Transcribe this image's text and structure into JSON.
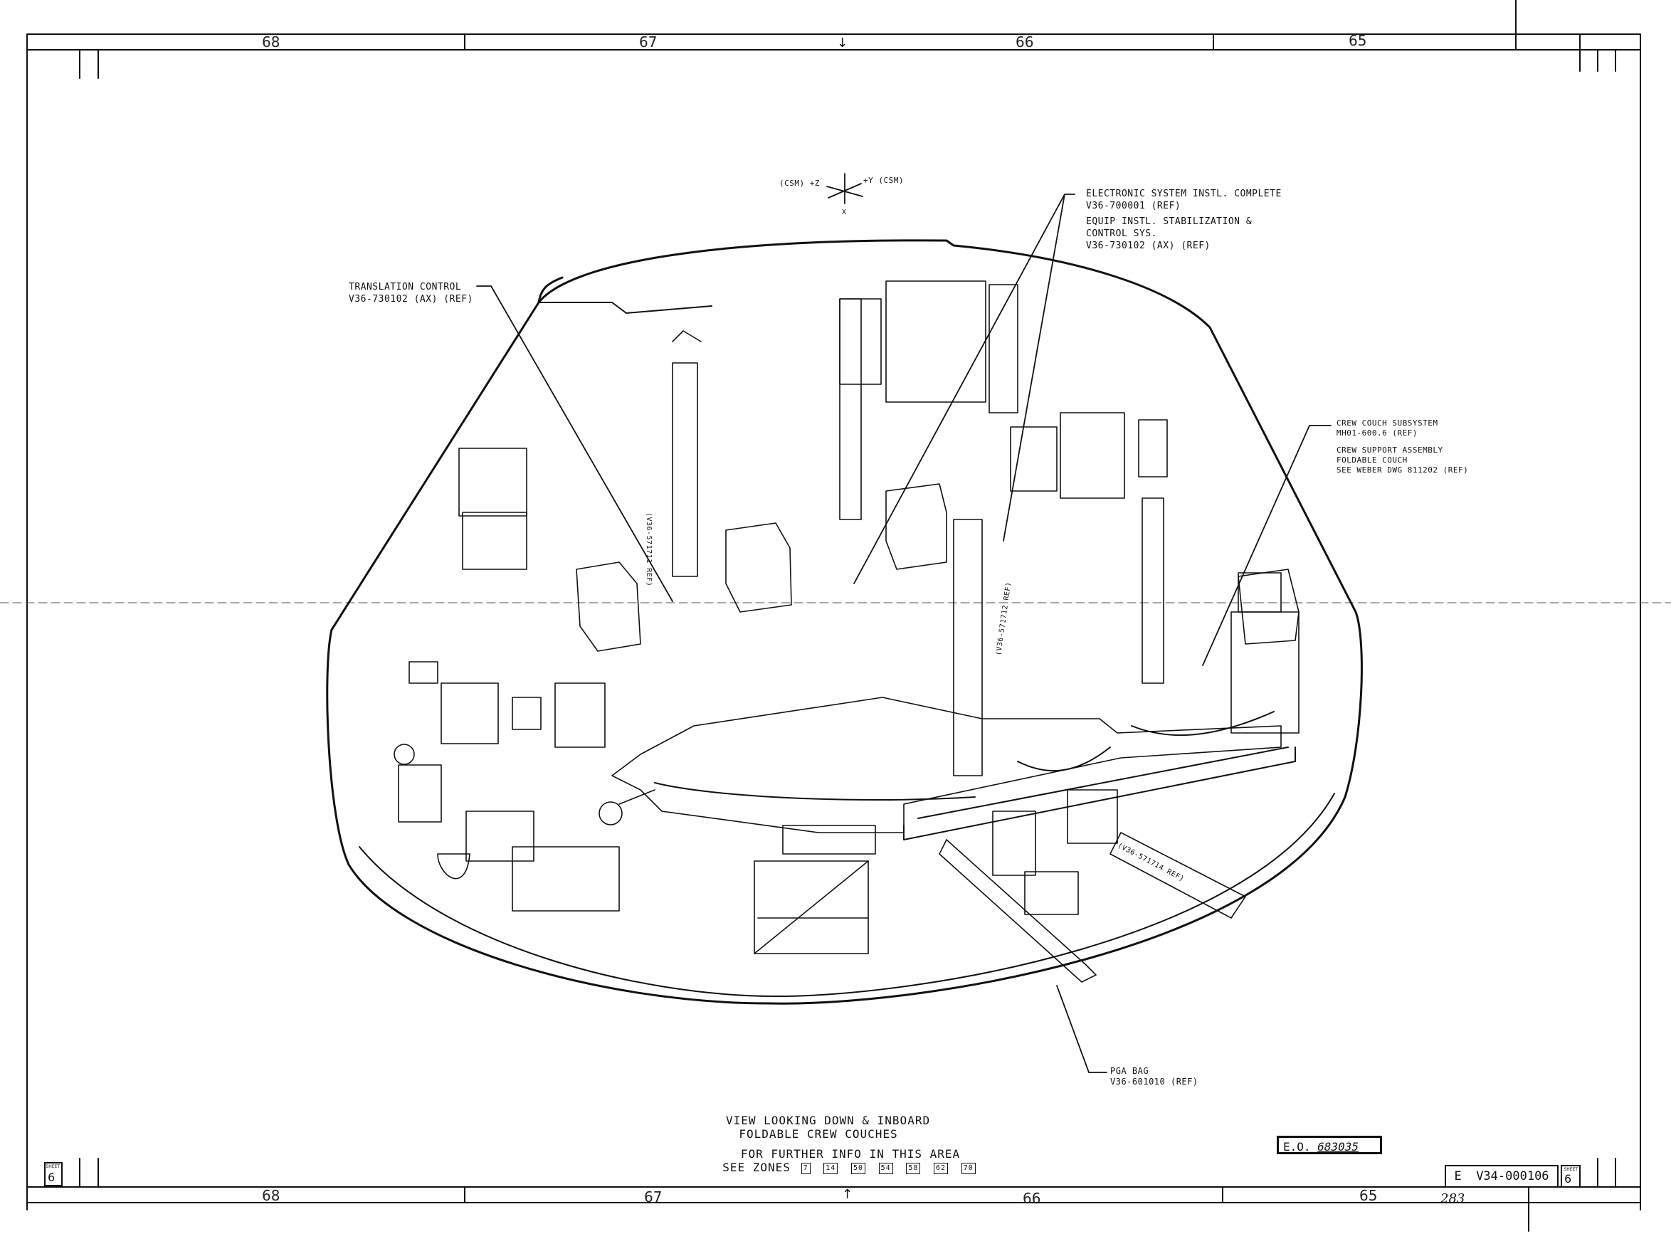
{
  "border_zones": {
    "top": [
      "68",
      "67",
      "66",
      "65"
    ],
    "bottom": [
      "68",
      "67",
      "66",
      "65"
    ]
  },
  "orientation": {
    "left": "(CSM) +Z",
    "right": "+Y (CSM)",
    "bottom": "X"
  },
  "callouts": {
    "translation_control": [
      "TRANSLATION CONTROL",
      "V36-730102 (AX) (REF)"
    ],
    "electronic_system": [
      "ELECTRONIC SYSTEM INSTL. COMPLETE",
      "V36-700001 (REF)"
    ],
    "stabilization": [
      "EQUIP INSTL. STABILIZATION &",
      "CONTROL SYS.",
      "V36-730102 (AX) (REF)"
    ],
    "crew_couch": [
      "CREW COUCH SUBSYSTEM",
      "MH01-600.6 (REF)"
    ],
    "crew_support": [
      "CREW SUPPORT ASSEMBLY",
      "FOLDABLE COUCH",
      "SEE WEBER DWG 811202 (REF)"
    ],
    "pga_bag": [
      "PGA BAG",
      "V36-601010 (REF)"
    ]
  },
  "part_marks": {
    "strut_left": "(V36-571711 REF)",
    "strut_center": "(V36-571712 REF)",
    "strut_lower": "(V36-571714 REF)"
  },
  "view_caption": {
    "line1": "VIEW LOOKING DOWN & INBOARD",
    "line2": "FOLDABLE CREW COUCHES",
    "line3": "FOR FURTHER INFO IN THIS AREA",
    "zones_label": "SEE ZONES",
    "zones": [
      "7",
      "14",
      "50",
      "54",
      "58",
      "62",
      "70"
    ]
  },
  "eo": {
    "prefix": "E.O.",
    "number": "683035"
  },
  "title_block": {
    "sheet_left": "6",
    "sheet_right": "6",
    "sheet_label": "SHEET",
    "drawing_number": "V34-000106",
    "drawing_prefix": "E",
    "page_mark": "283"
  },
  "colors": {
    "ink": "#111111",
    "paper": "#ffffff"
  }
}
